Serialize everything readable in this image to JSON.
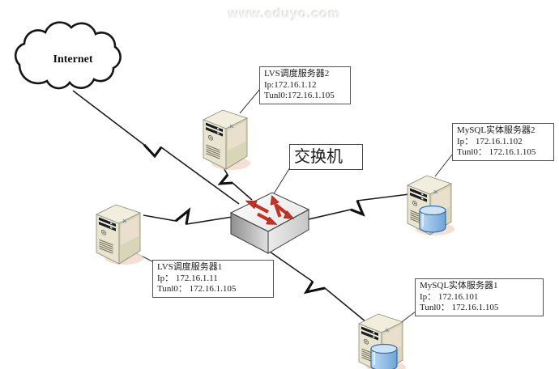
{
  "watermark": "www.eduyo.com",
  "internet": {
    "label": "Internet"
  },
  "switch": {
    "label": "交换机"
  },
  "servers": {
    "lvs2": {
      "title": "LVS调度服务器2",
      "ip": "Ip:172.16.1.12",
      "tunl": "Tunl0:172.16.1.105"
    },
    "lvs1": {
      "title": "LVS调度服务器1",
      "ip": "Ip： 172.16.1.11",
      "tunl": "Tunl0： 172.16.1.105"
    },
    "mysql2": {
      "title": "MySQL实体服务器2",
      "ip": "Ip： 172.16.1.102",
      "tunl": "Tunl0： 172.16.1.105"
    },
    "mysql1": {
      "title": "MySQL实体服务器1",
      "ip": "Ip： 172.16.101",
      "tunl": "Tunl0： 172.16.1.105"
    }
  },
  "icons": {
    "cloud": "internet-cloud-icon",
    "switch": "switch-3d-box-with-red-exchange-arrows-icon",
    "server": "server-tower-icon",
    "database": "blue-database-cylinder-icon",
    "link": "lightning-zigzag-link-line"
  },
  "colors": {
    "background": "#ffffff",
    "link_line": "#1c1c1c",
    "box_border": "#555555",
    "arrow_red": "#c13327",
    "server_front": "#e9e4d0",
    "server_side": "#d9d5b8",
    "server_top": "#f1eedd",
    "server_shadow": "#f2dacb",
    "database_blue": "#74a9dc",
    "watermark_gray": "#f3f3f0"
  }
}
